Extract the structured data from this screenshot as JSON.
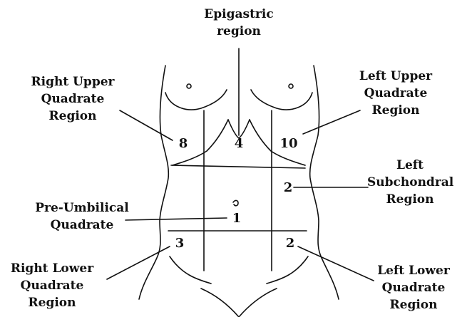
{
  "labels": {
    "epigastric": [
      "Epigastric",
      "region"
    ],
    "right_upper": [
      "Right Upper",
      "Quadrate",
      "Region"
    ],
    "left_upper": [
      "Left Upper",
      "Quadrate",
      "Region"
    ],
    "left_subchondral": [
      "Left",
      "Subchondral",
      "Region"
    ],
    "pre_umbilical": [
      "Pre-Umbilical",
      "Quadrate"
    ],
    "right_lower": [
      "Right Lower",
      "Quadrate",
      "Region"
    ],
    "left_lower": [
      "Left Lower",
      "Quadrate",
      "Region"
    ]
  },
  "numbers": {
    "right_upper": "8",
    "epigastric": "4",
    "left_upper": "10",
    "left_subchondral": "2",
    "pre_umbilical": "1",
    "right_lower": "3",
    "left_lower": "2"
  },
  "colors": {
    "ink": "#111111",
    "background": "#ffffff"
  }
}
